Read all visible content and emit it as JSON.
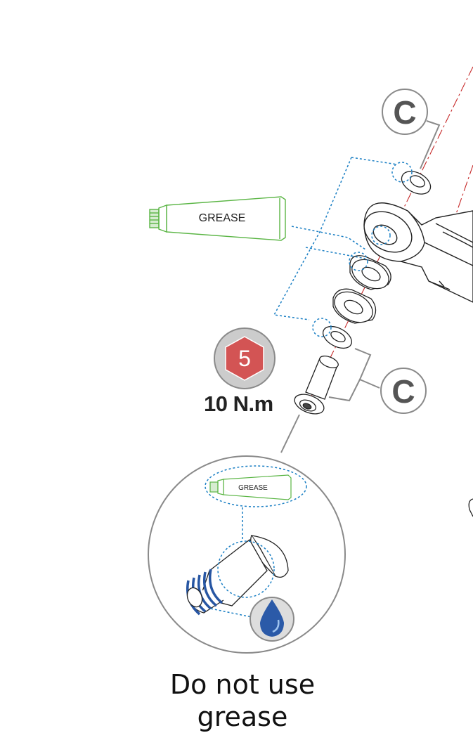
{
  "callouts": [
    {
      "letter": "C"
    },
    {
      "letter": "C"
    }
  ],
  "grease_tube": {
    "label": "GREASE"
  },
  "grease_tube_small": {
    "label": "GREASE"
  },
  "tool": {
    "size": "5",
    "torque": "10 N.m",
    "colors": {
      "hex": "#d35454",
      "ring": "#cccccc"
    }
  },
  "note": {
    "text": "Do not use\ngrease"
  },
  "colors": {
    "guide": "#1a7fc4",
    "axis": "#c62828",
    "grease": "#5ab544",
    "thread": "#2756a3",
    "drop": "#2b5aa8"
  }
}
